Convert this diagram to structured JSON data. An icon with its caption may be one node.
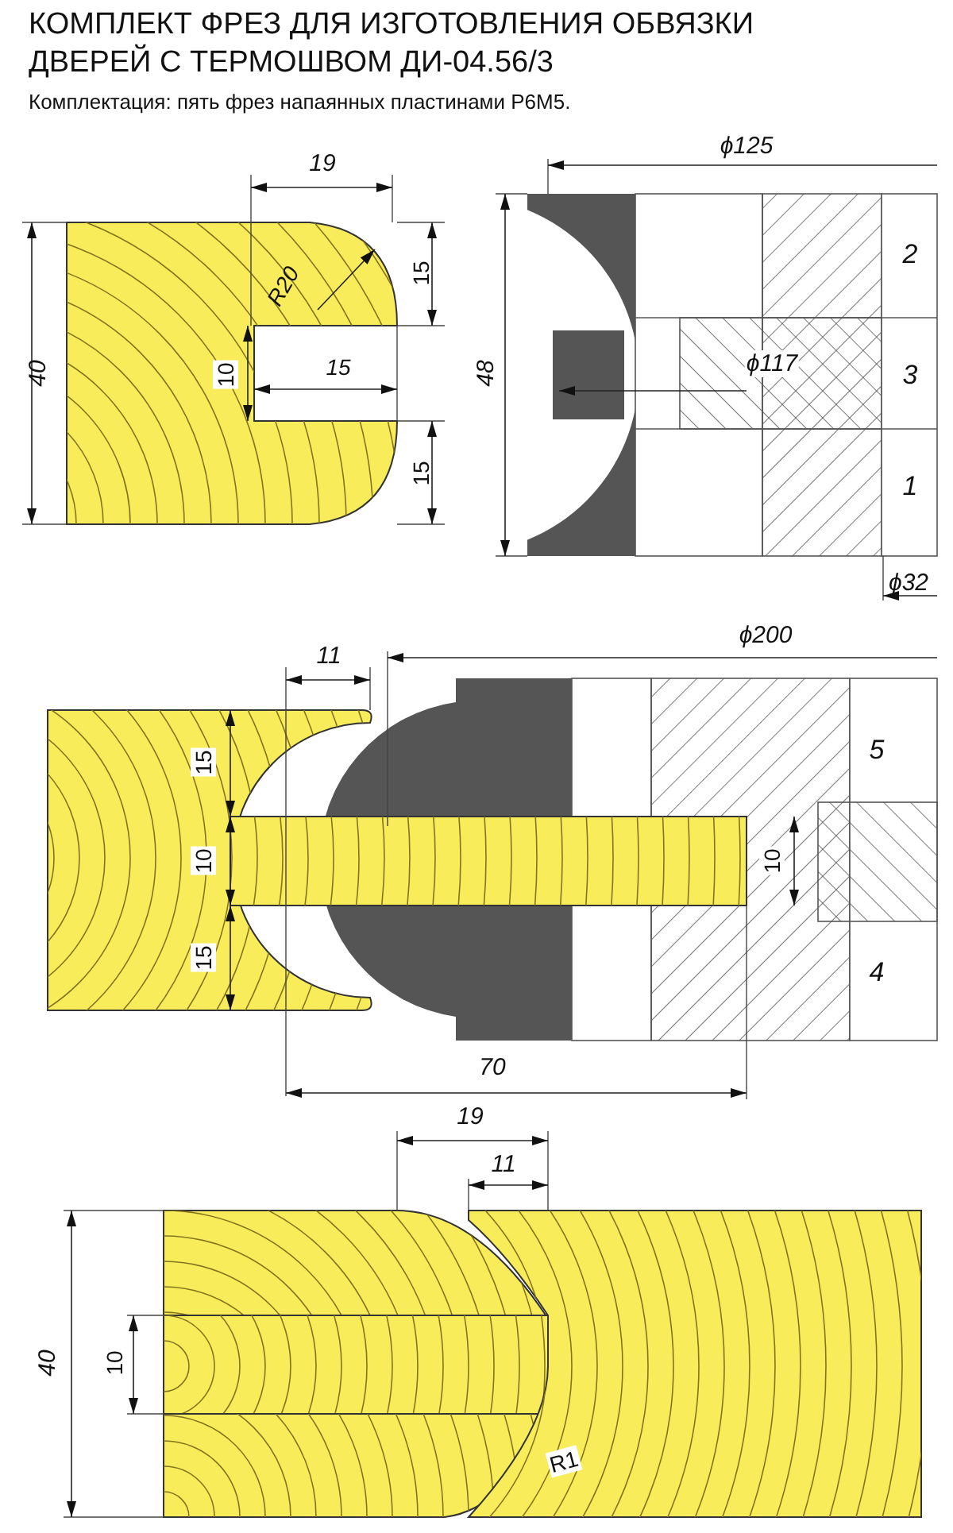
{
  "diagram": {
    "title": "КОМПЛЕКТ ФРЕЗ ДЛЯ ИЗГОТОВЛЕНИЯ ОБВЯЗКИ ДВЕРЕЙ С ТЕРМОШВОМ ДИ-04.56/3",
    "labels": [
      "Комплектация: пять фрез напаянных пластинами Р6М5.",
      "19",
      "40",
      "R20",
      "15",
      "10",
      "15",
      "15",
      "ϕ125",
      "48",
      "2",
      "ϕ117",
      "3",
      "1",
      "ϕ32",
      "11",
      "ϕ200",
      "15",
      "10",
      "15",
      "10",
      "5",
      "4",
      "70",
      "19",
      "11",
      "40",
      "10",
      "R1"
    ]
  }
}
